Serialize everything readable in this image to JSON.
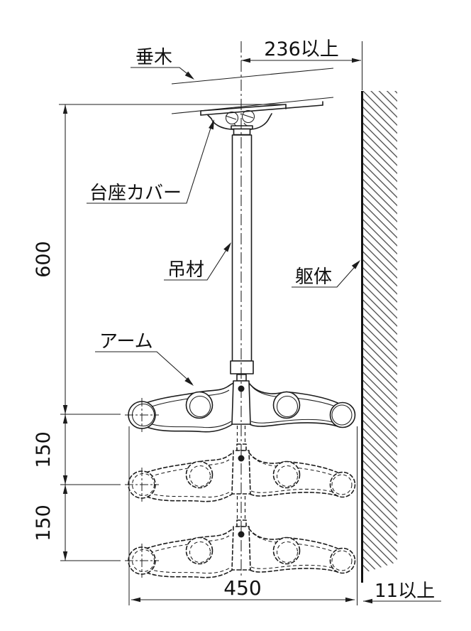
{
  "diagram": {
    "title_hint": "ceiling-mounted-hanger-installation-diagram",
    "labels": {
      "rafter": "垂木",
      "base_cover": "台座カバー",
      "suspension_rod": "吊材",
      "structure": "躯体",
      "arm": "アーム"
    },
    "dimensions": {
      "ceiling_offset": "236以上",
      "suspension_length": "600",
      "pitch_upper": "150",
      "pitch_lower": "150",
      "arm_width": "450",
      "wall_gap": "11以上"
    },
    "colors": {
      "line": "#1c1c1c",
      "hatch": "#4a4a4a",
      "wall_face": "#111111",
      "background": "#ffffff"
    }
  }
}
